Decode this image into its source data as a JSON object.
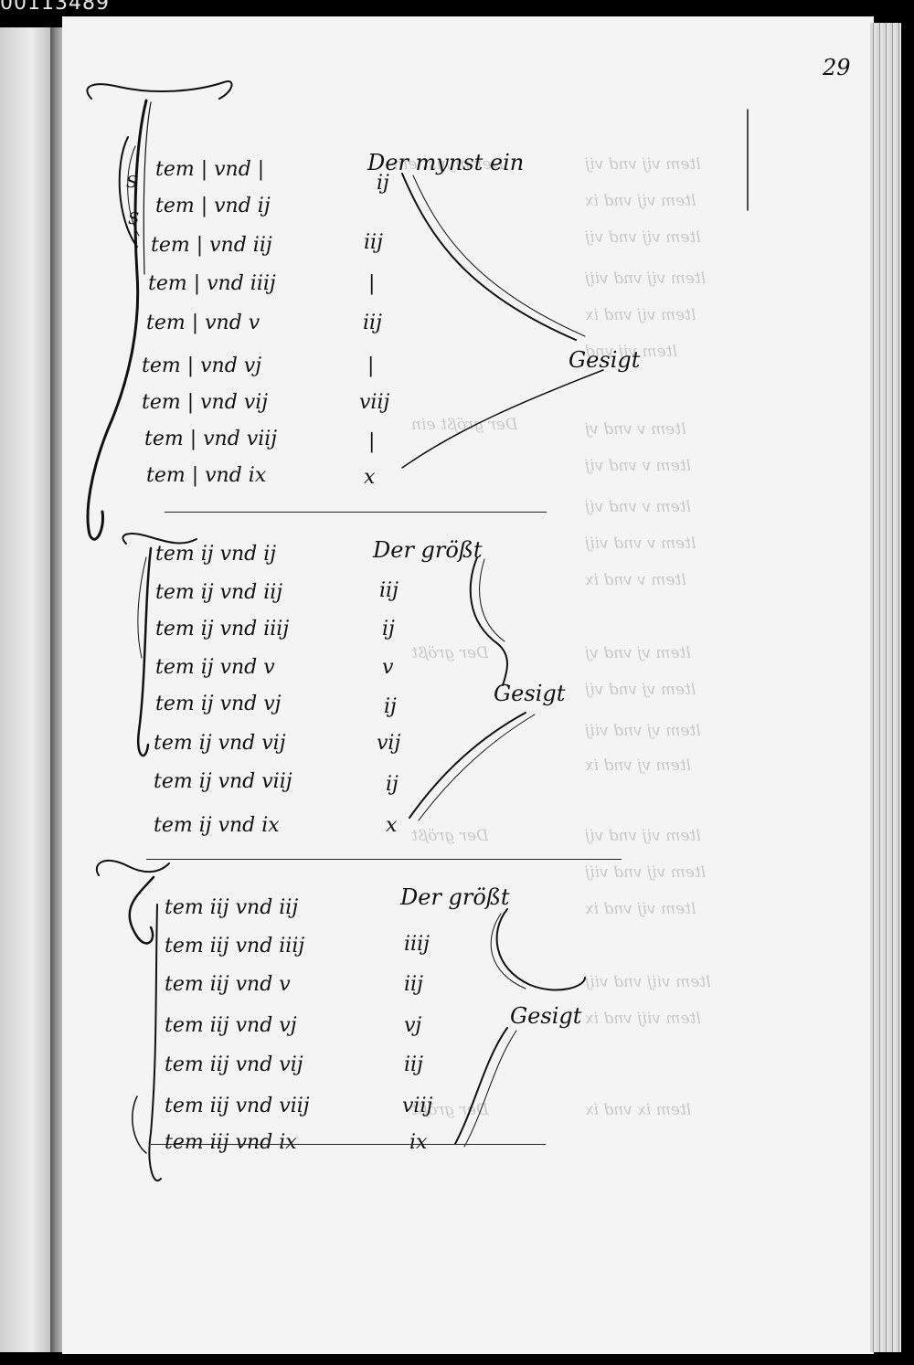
{
  "scan_id": "00113489",
  "page_number": "29",
  "sections": [
    {
      "rows": [
        {
          "item": "tem | vnd |",
          "result": ""
        },
        {
          "item": "tem | vnd ij",
          "result": "ij"
        },
        {
          "item": "tem | vnd iij",
          "result": "iij"
        },
        {
          "item": "tem | vnd iiij",
          "result": "|"
        },
        {
          "item": "tem | vnd v",
          "result": "iij"
        },
        {
          "item": "tem | vnd vj",
          "result": "|"
        },
        {
          "item": "tem | vnd vij",
          "result": "viij"
        },
        {
          "item": "tem | vnd viij",
          "result": "|"
        },
        {
          "item": "tem | vnd ix",
          "result": "x"
        }
      ],
      "labels": [
        "Der mynst ein",
        "Gesigt"
      ]
    },
    {
      "rows": [
        {
          "item": "tem ij vnd ij",
          "result": ""
        },
        {
          "item": "tem ij vnd iij",
          "result": "iij"
        },
        {
          "item": "tem ij vnd iiij",
          "result": "ij"
        },
        {
          "item": "tem ij vnd v",
          "result": "v"
        },
        {
          "item": "tem ij vnd vj",
          "result": "ij"
        },
        {
          "item": "tem ij vnd vij",
          "result": "vij"
        },
        {
          "item": "tem ij vnd viij",
          "result": "ij"
        },
        {
          "item": "tem ij vnd ix",
          "result": "x"
        }
      ],
      "labels": [
        "Der größt",
        "Gesigt"
      ]
    },
    {
      "rows": [
        {
          "item": "tem iij vnd iij",
          "result": ""
        },
        {
          "item": "tem iij vnd iiij",
          "result": "iiij"
        },
        {
          "item": "tem iij vnd v",
          "result": "iij"
        },
        {
          "item": "tem iij vnd vj",
          "result": "vj"
        },
        {
          "item": "tem iij vnd vij",
          "result": "iij"
        },
        {
          "item": "tem iij vnd viij",
          "result": "viij"
        },
        {
          "item": "tem iij vnd ix",
          "result": "ix"
        }
      ],
      "labels": [
        "Der größt",
        "Gesigt"
      ]
    }
  ]
}
